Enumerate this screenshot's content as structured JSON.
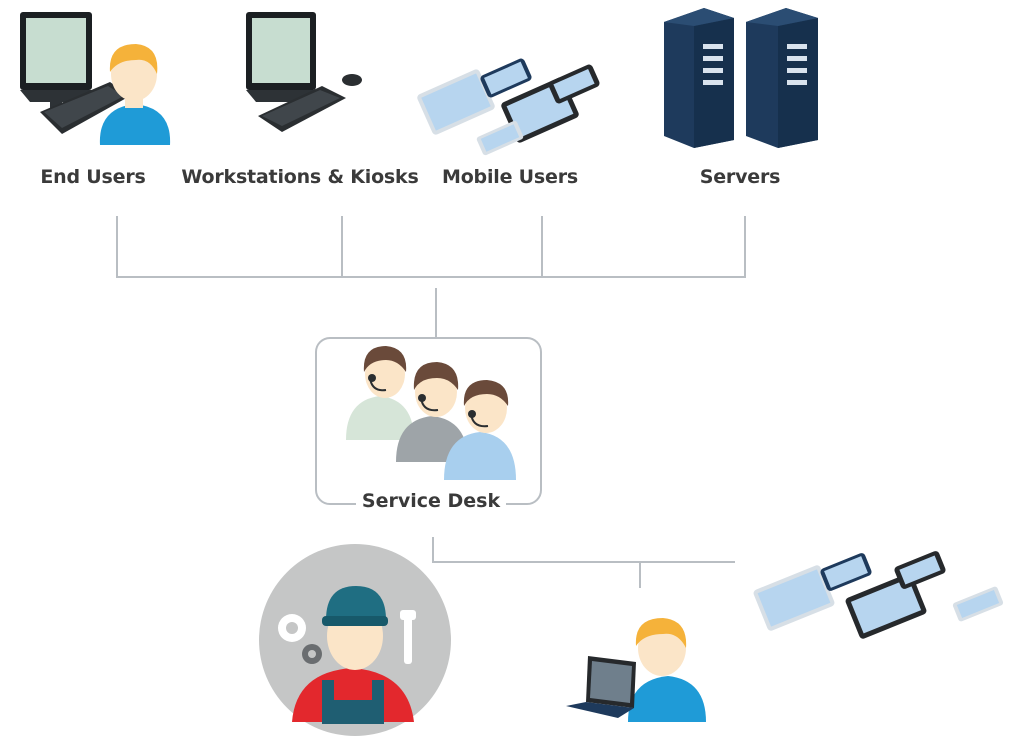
{
  "groups": [
    {
      "id": "end-users",
      "label": "End Users"
    },
    {
      "id": "workstations",
      "label": "Workstations & Kiosks"
    },
    {
      "id": "mobile-users",
      "label": "Mobile Users"
    },
    {
      "id": "servers",
      "label": "Servers"
    }
  ],
  "hub": {
    "label": "Service Desk"
  },
  "icons": {
    "end_users": "user-at-monitor-icon",
    "workstations": "desktop-computer-icon",
    "mobile_users": "mobile-devices-icon",
    "servers": "server-racks-icon",
    "service_desk": "support-agents-headset-icon",
    "technician": "technician-with-tools-icon",
    "laptop_user": "user-with-laptop-icon",
    "devices": "mobile-devices-icon"
  },
  "colors": {
    "connector": "#b9bec3",
    "label_text": "#3a3a3a",
    "server_dark": "#1e3a5c",
    "skin": "#fbe5c8",
    "hair_blond": "#f5b23a",
    "shirt_blue": "#1f9bd7",
    "screen": "#b7d5ef"
  }
}
